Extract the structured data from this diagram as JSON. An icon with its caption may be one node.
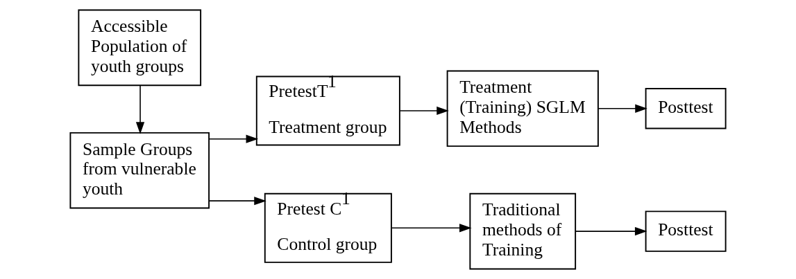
{
  "diagram": {
    "nodes": [
      {
        "text": [
          "Accessible Population of youth groups"
        ]
      },
      {
        "text": [
          "Sample Groups from vulnerable youth"
        ]
      },
      {
        "text": [
          "PretestT$^{1}$",
          "Treatment group"
        ]
      },
      {
        "text": [
          "Treatment (Training) SGLM Methods"
        ]
      },
      {
        "text": [
          "Posttest"
        ]
      },
      {
        "text": [
          "Pretest C$^{1}$",
          "Control group"
        ]
      },
      {
        "text": [
          "Traditional methods of Training"
        ]
      },
      {
        "text": [
          "Posttest"
        ]
      }
    ],
    "edges": [
      {
        "from": 0,
        "to": 1,
        "arrow": "to"
      },
      {
        "from": 1,
        "to": 2,
        "arrow": "to"
      },
      {
        "from": 1,
        "to": 5,
        "arrow": "to"
      },
      {
        "from": 2,
        "to": 3,
        "arrow": "to"
      },
      {
        "from": 3,
        "to": 4,
        "arrow": "to"
      },
      {
        "from": 5,
        "to": 6,
        "arrow": "to"
      },
      {
        "from": 6,
        "to": 7,
        "arrow": "to"
      }
    ]
  }
}
